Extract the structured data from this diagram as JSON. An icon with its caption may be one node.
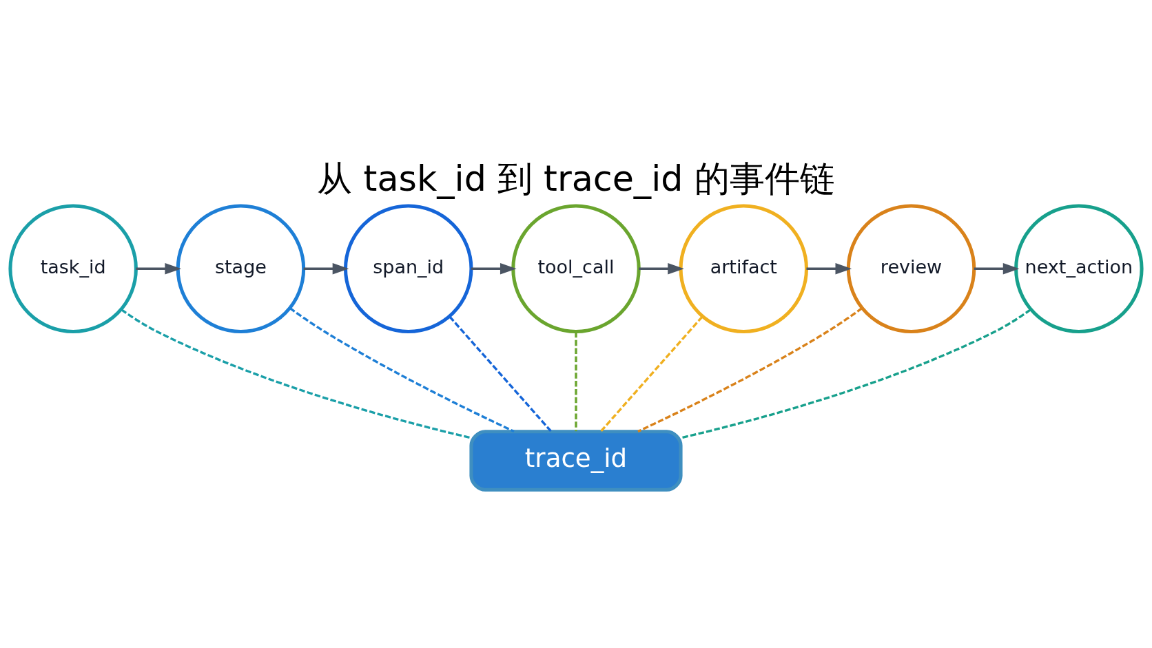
{
  "diagram": {
    "title": "从 task_id 到 trace_id 的事件链",
    "nodes": [
      {
        "text": [
          "task_id"
        ]
      },
      {
        "text": [
          "stage"
        ]
      },
      {
        "text": [
          "span_id"
        ]
      },
      {
        "text": [
          "tool_call"
        ]
      },
      {
        "text": [
          "artifact"
        ]
      },
      {
        "text": [
          "review"
        ]
      },
      {
        "text": [
          "next_action"
        ]
      },
      {
        "text": [
          "trace_id"
        ]
      }
    ],
    "edges": [
      {
        "from": 0,
        "to": 1,
        "arrow": "to"
      },
      {
        "from": 1,
        "to": 2,
        "arrow": "to"
      },
      {
        "from": 2,
        "to": 3,
        "arrow": "to"
      },
      {
        "from": 3,
        "to": 4,
        "arrow": "to"
      },
      {
        "from": 4,
        "to": 5,
        "arrow": "to"
      },
      {
        "from": 5,
        "to": 6,
        "arrow": "to"
      },
      {
        "from": 0,
        "to": 7,
        "arrow": "none",
        "style": "dashed",
        "color": "#1a9fa8"
      },
      {
        "from": 1,
        "to": 7,
        "arrow": "none",
        "style": "dashed",
        "color": "#1e7fd6"
      },
      {
        "from": 2,
        "to": 7,
        "arrow": "none",
        "style": "dashed",
        "color": "#1565d8"
      },
      {
        "from": 3,
        "to": 7,
        "arrow": "none",
        "style": "dashed",
        "color": "#6aa52e"
      },
      {
        "from": 4,
        "to": 7,
        "arrow": "none",
        "style": "dashed",
        "color": "#f0b020"
      },
      {
        "from": 5,
        "to": 7,
        "arrow": "none",
        "style": "dashed",
        "color": "#d9821a"
      },
      {
        "from": 6,
        "to": 7,
        "arrow": "none",
        "style": "dashed",
        "color": "#17a08c"
      }
    ]
  }
}
